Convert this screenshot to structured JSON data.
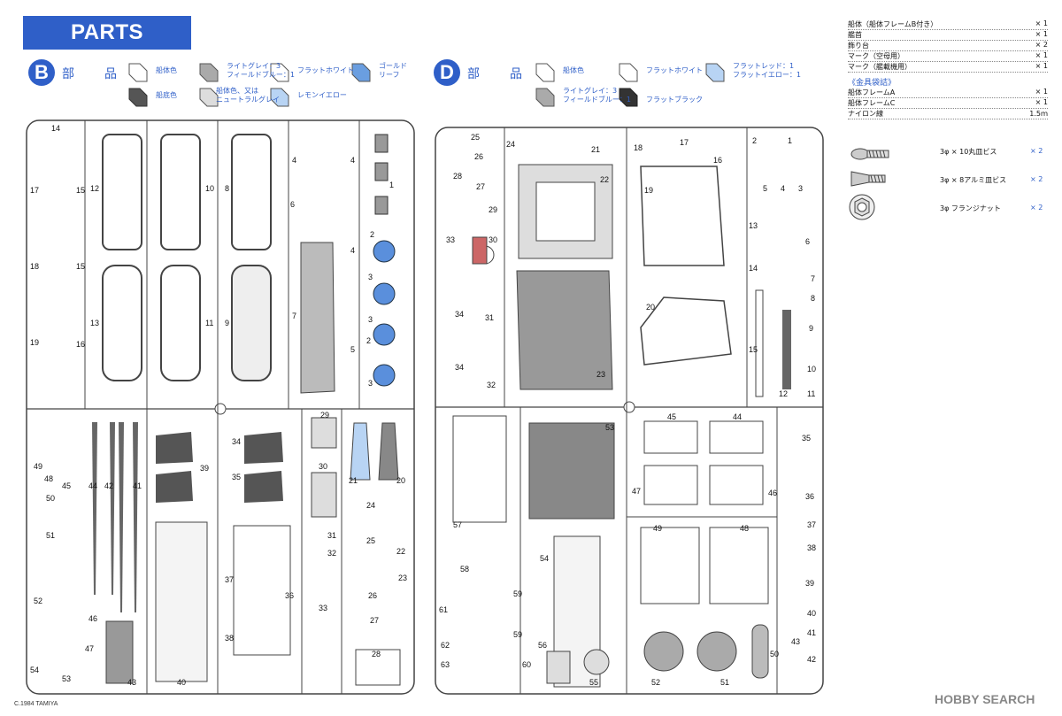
{
  "header": {
    "title": "PARTS"
  },
  "frame_b": {
    "letter": "B",
    "label": "部　品",
    "colors": [
      {
        "name": "船体色"
      },
      {
        "name": "ライトグレイ：3\nフィールドブルー：1"
      },
      {
        "name": "フラットホワイト"
      },
      {
        "name": "ゴールド\nリーフ"
      },
      {
        "name": "船底色"
      },
      {
        "name": "船体色、又は\nニュートラルグレイ"
      },
      {
        "name": "レモンイエロー"
      }
    ],
    "part_numbers": [
      "14",
      "17",
      "15",
      "18",
      "15",
      "19",
      "16",
      "12",
      "13",
      "10",
      "11",
      "8",
      "9",
      "4",
      "4",
      "6",
      "4",
      "7",
      "5",
      "1",
      "2",
      "3",
      "3",
      "2",
      "3",
      "49",
      "48",
      "50",
      "51",
      "52",
      "54",
      "53",
      "45",
      "44",
      "42",
      "41",
      "46",
      "47",
      "43",
      "39",
      "34",
      "35",
      "37",
      "38",
      "40",
      "36",
      "29",
      "30",
      "31",
      "32",
      "33",
      "24",
      "25",
      "26",
      "27",
      "28",
      "21",
      "20",
      "22",
      "23"
    ]
  },
  "frame_d": {
    "letter": "D",
    "label": "部　品",
    "colors": [
      {
        "name": "船体色"
      },
      {
        "name": "フラットホワイト"
      },
      {
        "name": "フラットレッド：1\nフラットイエロー：1"
      },
      {
        "name": "ライトグレイ：3\nフィールドブルー：1"
      },
      {
        "name": "フラットブラック"
      }
    ],
    "part_numbers": [
      "25",
      "24",
      "26",
      "28",
      "27",
      "21",
      "22",
      "33",
      "29",
      "30",
      "34",
      "31",
      "34",
      "32",
      "23",
      "18",
      "17",
      "16",
      "19",
      "20",
      "2",
      "1",
      "13",
      "6",
      "5",
      "4",
      "3",
      "14",
      "7",
      "8",
      "9",
      "10",
      "12",
      "15",
      "11",
      "53",
      "57",
      "45",
      "44",
      "47",
      "46",
      "35",
      "36",
      "37",
      "54",
      "58",
      "59",
      "61",
      "59",
      "62",
      "63",
      "60",
      "56",
      "55",
      "49",
      "48",
      "38",
      "39",
      "40",
      "41",
      "43",
      "42",
      "52",
      "51",
      "50"
    ]
  },
  "contents": [
    {
      "label": "船体（船体フレームB付き）",
      "qty": "× 1"
    },
    {
      "label": "艦首",
      "qty": "× 1"
    },
    {
      "label": "飾り台",
      "qty": "× 2"
    },
    {
      "label": "マーク（空母用）",
      "qty": "× 1"
    },
    {
      "label": "マーク（艦載機用）",
      "qty": "× 1"
    }
  ],
  "bag_title": "《金具袋詰》",
  "bag_contents": [
    {
      "label": "船体フレームA",
      "qty": "× 1"
    },
    {
      "label": "船体フレームC",
      "qty": "× 1"
    },
    {
      "label": "ナイロン線",
      "qty": "1.5ｍ"
    }
  ],
  "hardware": [
    {
      "name": "screw-round-icon",
      "label": "3φ × 10丸皿ビス",
      "qty": "× 2"
    },
    {
      "name": "screw-flat-icon",
      "label": "3φ × 8アルミ皿ビス",
      "qty": "× 2"
    },
    {
      "name": "nut-icon",
      "label": "3φ フランジナット",
      "qty": "× 2"
    }
  ],
  "copyright": "C.1984 TAMIYA",
  "watermark": "HOBBY SEARCH",
  "colors": {
    "accent": "#2f5fc8",
    "hull": "#e8e8e8",
    "bottom": "#555555",
    "blue": "#5a8fdc"
  }
}
